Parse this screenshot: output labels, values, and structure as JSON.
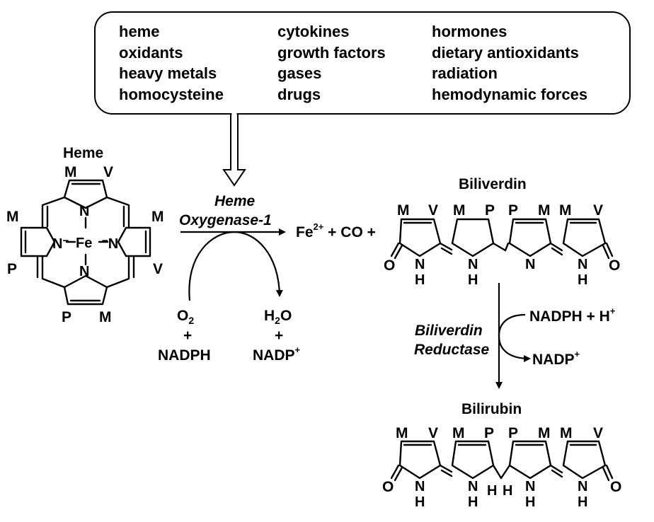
{
  "inducers": {
    "col1": [
      "heme",
      "oxidants",
      "heavy metals",
      "homocysteine"
    ],
    "col2": [
      "cytokines",
      "growth factors",
      "gases",
      "drugs"
    ],
    "col3": [
      "hormones",
      "dietary antioxidants",
      "radiation",
      "hemodynamic forces"
    ]
  },
  "heme": {
    "title": "Heme",
    "fe": "Fe",
    "n": "N",
    "n_minus": "−",
    "substituents": [
      "M",
      "V",
      "M",
      "M",
      "P",
      "V",
      "P",
      "M"
    ]
  },
  "ho1": {
    "line1": "Heme",
    "line2": "Oxygenase-1",
    "o2": "O",
    "o2_sub": "2",
    "plus": "+",
    "nadph": "NADPH",
    "h2o_h": "H",
    "h2o_sub": "2",
    "h2o_o": "O",
    "nadp": "NADP",
    "nadp_sup": "+"
  },
  "products": {
    "fe": "Fe",
    "fe_sup": "2+",
    "rest": " + CO +"
  },
  "biliverdin": {
    "title": "Biliverdin",
    "subs": [
      "M",
      "V",
      "M",
      "P",
      "P",
      "M",
      "M",
      "V"
    ],
    "o": "O",
    "nh": "N",
    "h": "H"
  },
  "reductase": {
    "line1": "Biliverdin",
    "line2": "Reductase",
    "nadph_h": "NADPH + H",
    "nadph_h_sup": "+",
    "nadp": "NADP",
    "nadp_sup": "+"
  },
  "bilirubin": {
    "title": "Bilirubin",
    "subs": [
      "M",
      "V",
      "M",
      "P",
      "P",
      "M",
      "M",
      "V"
    ],
    "o": "O",
    "nh": "N",
    "h": "H"
  }
}
